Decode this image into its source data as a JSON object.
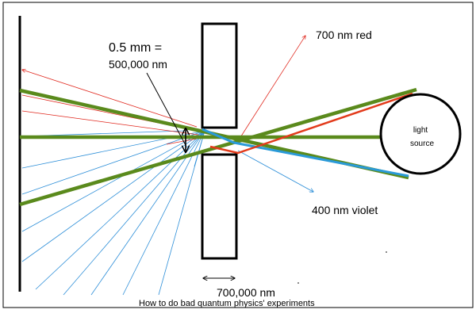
{
  "labels": {
    "slit_mm": "0.5 mm =",
    "slit_nm": "500,000 nm",
    "red_label": "700 nm red",
    "violet_label": "400 nm violet",
    "source_line1": "light",
    "source_line2": "source",
    "width_label": "700,000 nm",
    "caption": "How to do bad quantum physics' experiments"
  },
  "colors": {
    "frame": "#000000",
    "beam_green": "#5a8a1c",
    "ray_red": "#e23a1a",
    "ray_blue": "#2a9ad8",
    "thin_red": "#e0281e",
    "thin_blue": "#2e8fd8"
  }
}
